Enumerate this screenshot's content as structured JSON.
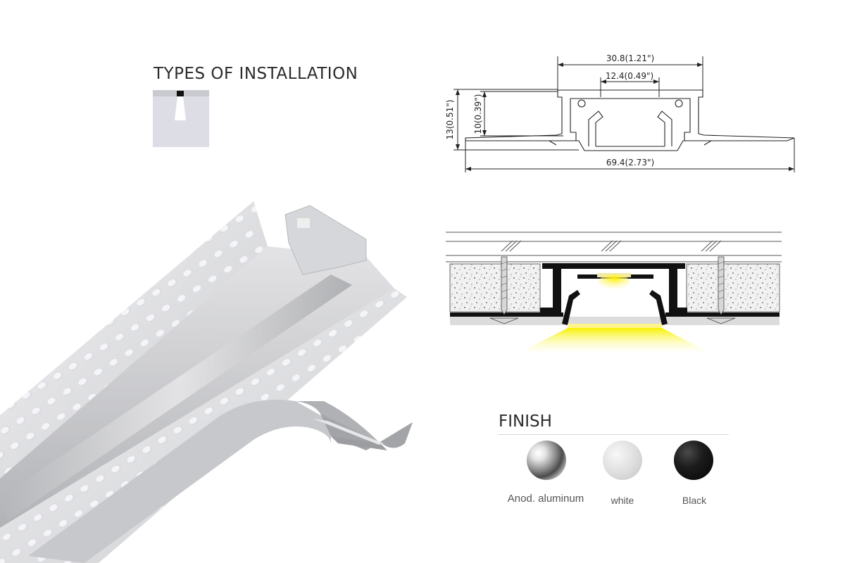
{
  "installation": {
    "title": "TYPES OF INSTALLATION",
    "icon": "recessed-ceiling-icon"
  },
  "dimensions": {
    "top_width": "30.8(1.21\")",
    "inner_width": "12.4(0.49\")",
    "overall_width": "69.4(2.73\")",
    "total_height": "13(0.51\")",
    "inner_height": "10(0.39\")"
  },
  "section": {
    "icon": "drywall-install-section-icon"
  },
  "finish": {
    "title": "FINISH",
    "options": [
      {
        "label": "Anod. aluminum",
        "color": "#8a8a8a"
      },
      {
        "label": "white",
        "color": "#dcdcdc"
      },
      {
        "label": "Black",
        "color": "#111111"
      }
    ]
  },
  "product": {
    "icon": "aluminum-profile-render"
  }
}
